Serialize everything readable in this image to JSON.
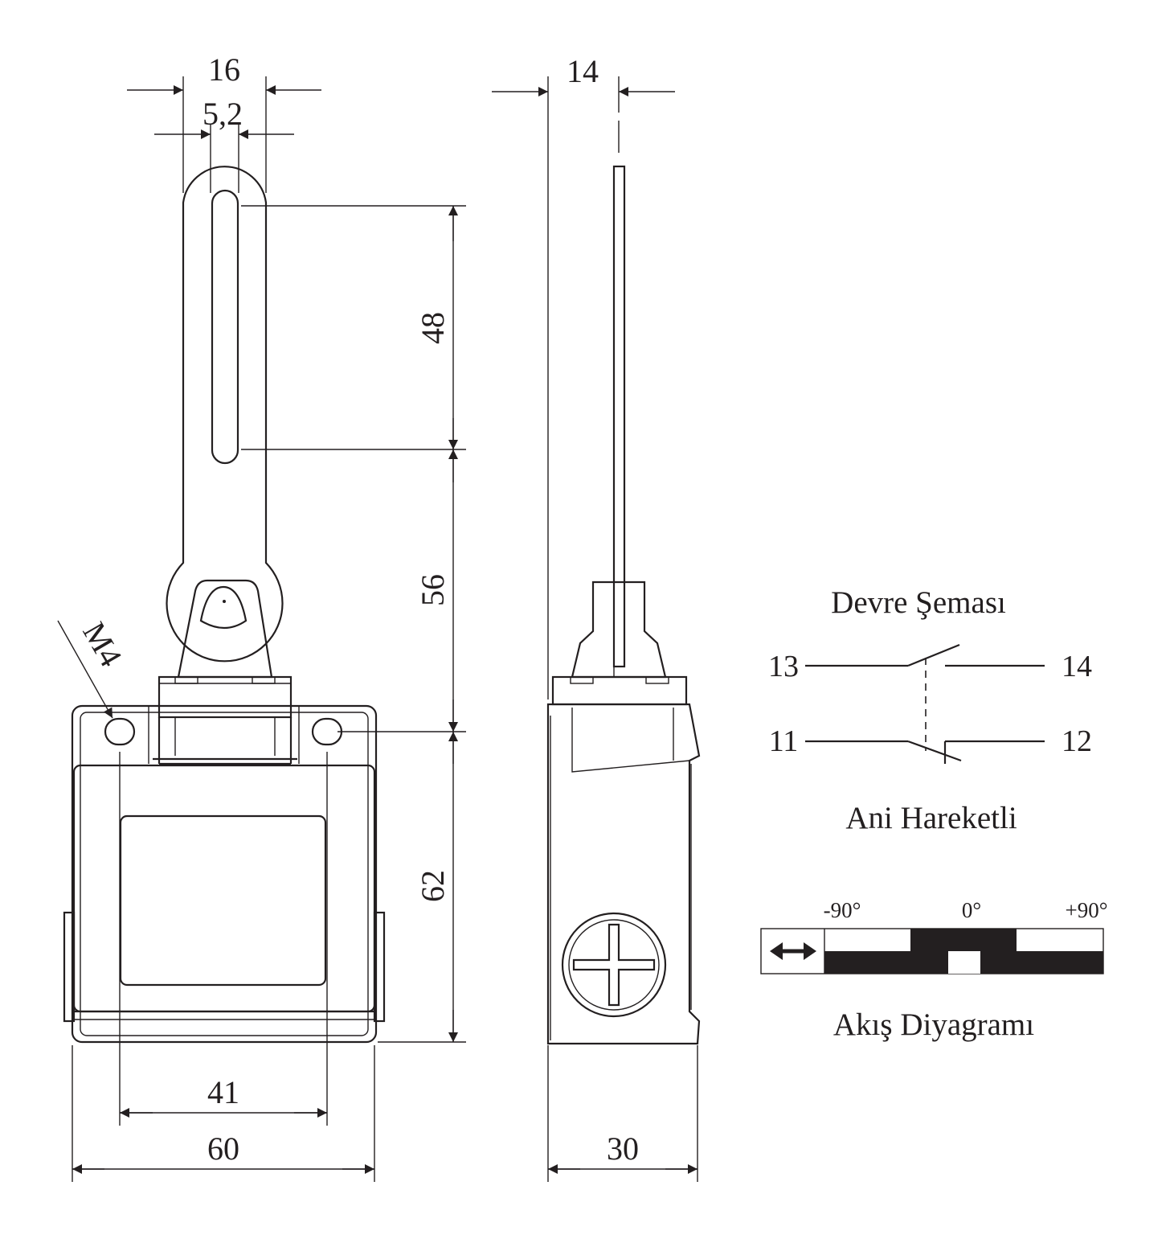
{
  "dimensions": {
    "lever_width": "16",
    "slot_width": "5,2",
    "side_lever_offset": "14",
    "slot_length": "48",
    "lever_to_head": "56",
    "body_height": "62",
    "mount_hole_spacing": "41",
    "body_width": "60",
    "body_depth": "30",
    "thread": "M4"
  },
  "circuit": {
    "title": "Devre Şeması",
    "subtitle": "Ani Hareketli",
    "terminals": [
      "13",
      "14",
      "11",
      "12"
    ]
  },
  "flow": {
    "title": "Akış Diyagramı",
    "angles": [
      "-90°",
      "0°",
      "+90°"
    ]
  },
  "colors": {
    "line": "#231f20",
    "background": "#ffffff"
  }
}
